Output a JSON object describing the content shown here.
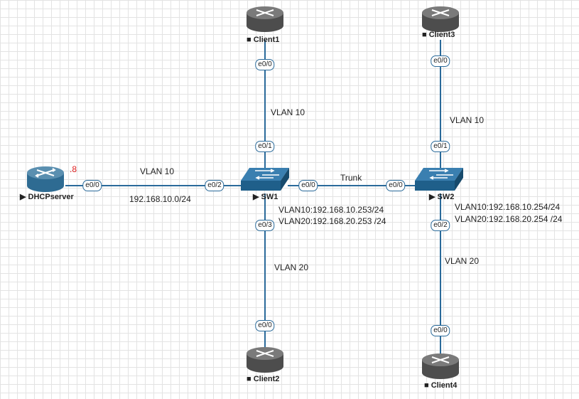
{
  "nodes": {
    "dhcp": {
      "label": "DHCPserver",
      "marker": "▶",
      "address_suffix": ".8"
    },
    "client1": {
      "label": "Client1",
      "marker": "■"
    },
    "client2": {
      "label": "Client2",
      "marker": "■"
    },
    "client3": {
      "label": "Client3",
      "marker": "■"
    },
    "client4": {
      "label": "Client4",
      "marker": "■"
    },
    "sw1": {
      "label": "SW1",
      "marker": "▶"
    },
    "sw2": {
      "label": "SW2",
      "marker": "▶"
    }
  },
  "ports": {
    "dhcp_e00": "e0/0",
    "sw1_e02": "e0/2",
    "sw1_e00": "e0/0",
    "sw1_e01": "e0/1",
    "sw1_e03": "e0/3",
    "client1_e00": "e0/0",
    "client2_e00": "e0/0",
    "sw2_e00": "e0/0",
    "sw2_e01": "e0/1",
    "sw2_e02": "e0/2",
    "client3_e00": "e0/0",
    "client4_e00": "e0/0"
  },
  "links": {
    "dhcp_sw1_vlan": "VLAN 10",
    "dhcp_sw1_subnet": "192.168.10.0/24",
    "sw1_client1": "VLAN 10",
    "sw1_client2": "VLAN 20",
    "sw1_sw2": "Trunk",
    "sw2_client3": "VLAN 10",
    "sw2_client4": "VLAN 20"
  },
  "svi": {
    "sw1_vlan10": "VLAN10:192.168.10.253/24",
    "sw1_vlan20": "VLAN20:192.168.20.253 /24",
    "sw2_vlan10": "VLAN10:192.168.10.254/24",
    "sw2_vlan20": "VLAN20:192.168.20.254 /24"
  },
  "colors": {
    "link": "#2a6a9a",
    "router_top": "#5a8fb0",
    "router_body": "#2e6b92",
    "client_top": "#7a7a7a",
    "client_body": "#4d4d4d",
    "switch_top": "#3a7fb0",
    "switch_body": "#1f5f8a",
    "address_suffix": "#e02020"
  }
}
